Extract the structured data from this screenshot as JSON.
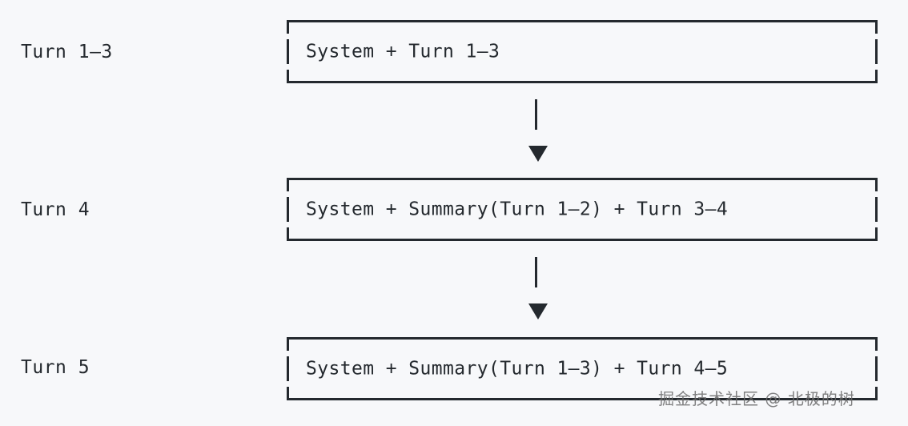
{
  "diagram": {
    "type": "flow",
    "background_color": "#f7f8fa",
    "line_color": "#24292e",
    "text_color": "#24292e",
    "rows": [
      {
        "label": "Turn 1–3",
        "box_text": "System + Turn 1–3"
      },
      {
        "label": "Turn 4",
        "box_text": "System + Summary(Turn 1–2) + Turn 3–4"
      },
      {
        "label": "Turn 5",
        "box_text": "System + Summary(Turn 1–3) + Turn 4–5"
      }
    ],
    "connectors": [
      {
        "icon": "down-arrow-icon"
      },
      {
        "icon": "down-arrow-icon"
      }
    ]
  },
  "watermark": {
    "text": "掘金技术社区 @ 北极的树",
    "color": "#6b6b6b"
  }
}
